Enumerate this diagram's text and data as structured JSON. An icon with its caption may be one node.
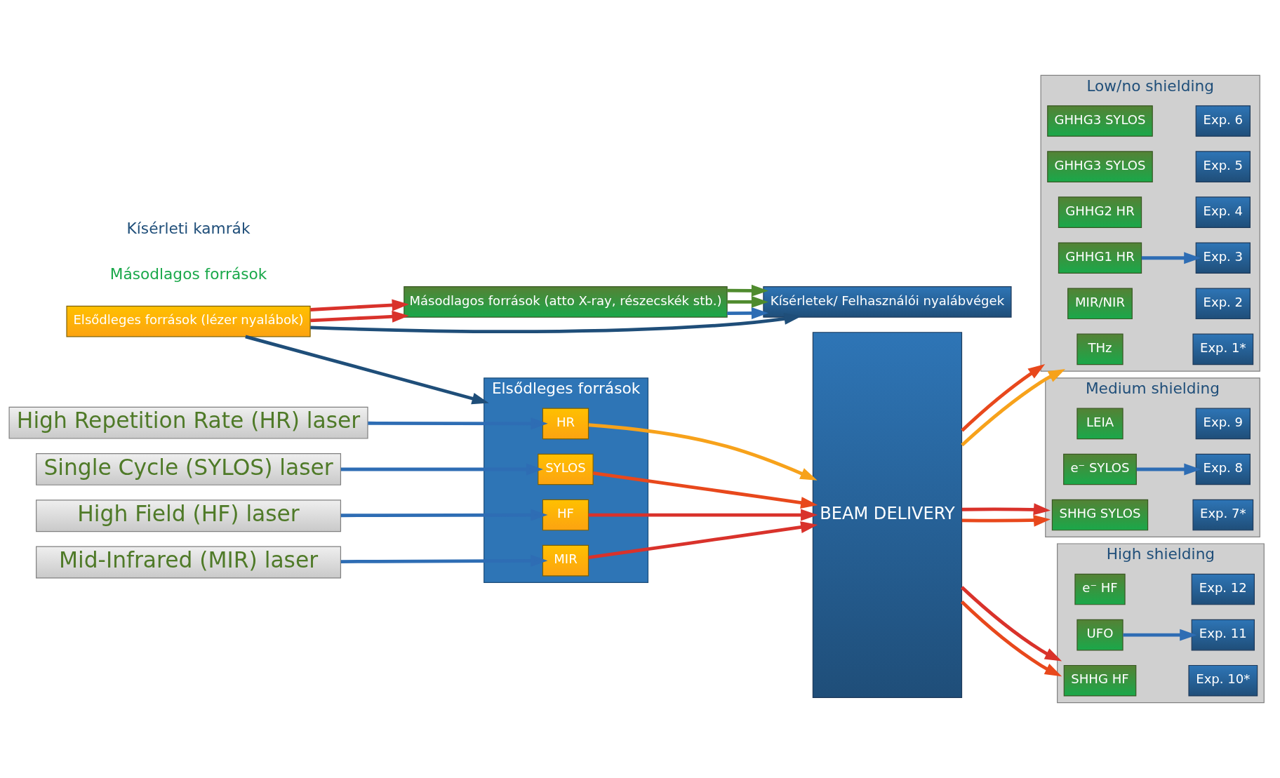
{
  "diagram": {
    "nodes": [
      {
        "text": [
          "Elsődleges források (lézer nyalábok)"
        ]
      },
      {
        "text": [
          "Másodlagos források (atto X-ray, részecskék stb.)"
        ]
      },
      {
        "text": [
          "Kísérletek/ Felhasználói nyalábvégek"
        ]
      },
      {
        "text": [
          "High Repetition Rate (HR) laser"
        ]
      },
      {
        "text": [
          "Single Cycle (SYLOS) laser"
        ]
      },
      {
        "text": [
          "High Field (HF) laser"
        ]
      },
      {
        "text": [
          "Mid-Infrared (MIR) laser"
        ]
      },
      {
        "text": [
          "Elsődleges források"
        ]
      },
      {
        "text": [
          "HR"
        ],
        "in": 7
      },
      {
        "text": [
          "SYLOS"
        ],
        "in": 7
      },
      {
        "text": [
          "HF"
        ],
        "in": 7
      },
      {
        "text": [
          "MIR"
        ],
        "in": 7
      },
      {
        "text": [
          "BEAM DELIVERY"
        ]
      },
      {
        "text": [
          "Low/no shielding"
        ]
      },
      {
        "text": [
          "THz"
        ],
        "in": 13
      },
      {
        "text": [
          "MIR/NIR"
        ],
        "in": 13
      },
      {
        "text": [
          "GHHG1 HR"
        ],
        "in": 13
      },
      {
        "text": [
          "GHHG2 HR"
        ],
        "in": 13
      },
      {
        "text": [
          "GHHG3 SYLOS"
        ],
        "in": 13
      },
      {
        "text": [
          "GHHG3 SYLOS"
        ],
        "in": 13
      },
      {
        "text": [
          "Exp. 1*"
        ],
        "in": 13
      },
      {
        "text": [
          "Exp. 2"
        ],
        "in": 13
      },
      {
        "text": [
          "Exp. 3"
        ],
        "in": 13
      },
      {
        "text": [
          "Exp. 4"
        ],
        "in": 13
      },
      {
        "text": [
          "Exp. 5"
        ],
        "in": 13
      },
      {
        "text": [
          "Exp. 6"
        ],
        "in": 13
      },
      {
        "text": [
          "Medium shielding"
        ]
      },
      {
        "text": [
          "SHHG SYLOS"
        ],
        "in": 26
      },
      {
        "text": [
          "e⁻ SYLOS"
        ],
        "in": 26
      },
      {
        "text": [
          "LEIA"
        ],
        "in": 26
      },
      {
        "text": [
          "Exp. 7*"
        ],
        "in": 26
      },
      {
        "text": [
          "Exp. 8"
        ],
        "in": 26
      },
      {
        "text": [
          "Exp. 9"
        ],
        "in": 26
      },
      {
        "text": [
          "High shielding"
        ]
      },
      {
        "text": [
          "SHHG HF"
        ],
        "in": 33
      },
      {
        "text": [
          "UFO"
        ],
        "in": 33
      },
      {
        "text": [
          "e⁻ HF"
        ],
        "in": 33
      },
      {
        "text": [
          "Exp. 10*"
        ],
        "in": 33
      },
      {
        "text": [
          "Exp. 11"
        ],
        "in": 33
      },
      {
        "text": [
          "Exp. 12"
        ],
        "in": 33
      }
    ],
    "edges": [
      {
        "from": 0,
        "to": 1,
        "arrow": "to",
        "color": "#d9322b"
      },
      {
        "from": 0,
        "to": 1,
        "arrow": "to",
        "color": "#d9322b"
      },
      {
        "from": 1,
        "to": 2,
        "arrow": "to"
      },
      {
        "from": 1,
        "to": 2,
        "arrow": "to",
        "color": "#4f8b2e"
      },
      {
        "from": 1,
        "to": 2,
        "arrow": "to",
        "color": "#4f8b2e"
      },
      {
        "from": 0,
        "to": 2,
        "arrow": "to",
        "color": "#1f4e79"
      },
      {
        "from": 0,
        "to": 7,
        "arrow": "to",
        "color": "#1f4e79"
      },
      {
        "from": 3,
        "to": 8,
        "arrow": "to"
      },
      {
        "from": 4,
        "to": 9,
        "arrow": "to"
      },
      {
        "from": 5,
        "to": 10,
        "arrow": "to"
      },
      {
        "from": 6,
        "to": 11,
        "arrow": "to"
      },
      {
        "from": 8,
        "to": 12,
        "arrow": "to",
        "color": "#f7a21b"
      },
      {
        "from": 9,
        "to": 12,
        "arrow": "to",
        "color": "#e8481c"
      },
      {
        "from": 10,
        "to": 12,
        "arrow": "to",
        "color": "#d9322b"
      },
      {
        "from": 11,
        "to": 12,
        "arrow": "to",
        "color": "#d9322b"
      },
      {
        "from": 12,
        "to": 13,
        "arrow": "to",
        "color": "#f7a21b"
      },
      {
        "from": 12,
        "to": 13,
        "arrow": "to",
        "color": "#e8481c"
      },
      {
        "from": 12,
        "to": 26,
        "arrow": "to",
        "color": "#e8481c"
      },
      {
        "from": 12,
        "to": 26,
        "arrow": "to",
        "color": "#d9322b"
      },
      {
        "from": 12,
        "to": 33,
        "arrow": "to",
        "color": "#e8481c"
      },
      {
        "from": 12,
        "to": 33,
        "arrow": "to",
        "color": "#d9322b"
      },
      {
        "from": 16,
        "to": 22,
        "arrow": "to"
      },
      {
        "from": 28,
        "to": 31,
        "arrow": "to"
      },
      {
        "from": 35,
        "to": 38,
        "arrow": "to"
      }
    ],
    "labels": [
      "Másodlagos források",
      "Kísérleti kamrák"
    ]
  }
}
